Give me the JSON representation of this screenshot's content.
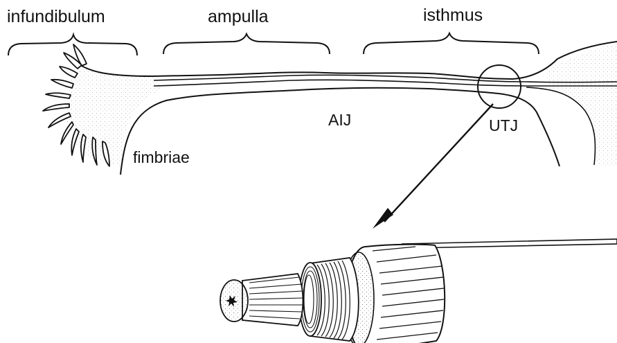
{
  "labels": {
    "infundibulum": "infundibulum",
    "ampulla": "ampulla",
    "isthmus": "isthmus",
    "fimbriae": "fimbriae",
    "aij": "AIJ",
    "utj": "UTJ"
  },
  "colors": {
    "ink": "#111111",
    "background": "#ffffff"
  }
}
